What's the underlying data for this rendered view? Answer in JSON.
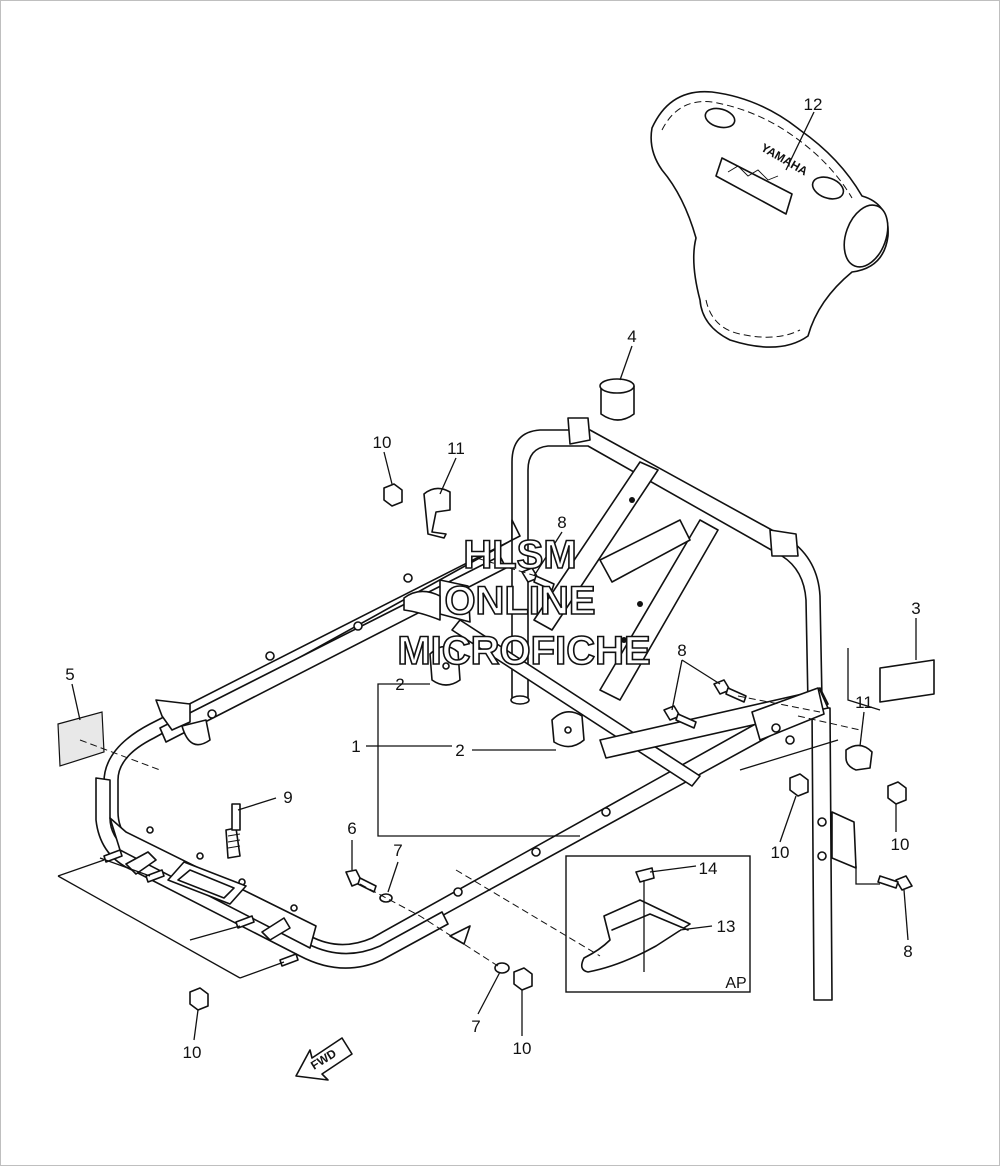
{
  "diagram": {
    "callouts": {
      "c1": "1",
      "c2a": "2",
      "c2b": "2",
      "c3": "3",
      "c4": "4",
      "c5": "5",
      "c6": "6",
      "c7a": "7",
      "c7b": "7",
      "c8a": "8",
      "c8b": "8",
      "c8c": "8",
      "c9": "9",
      "c10a": "10",
      "c10b": "10",
      "c10c": "10",
      "c10d": "10",
      "c10e": "10",
      "c11a": "11",
      "c11b": "11",
      "c12": "12",
      "c13": "13",
      "c14": "14"
    },
    "inset_label": "AP",
    "fwd_label": "FWD",
    "watermark": [
      "HLSM",
      "ONLINE",
      "MICROFICHE"
    ]
  }
}
